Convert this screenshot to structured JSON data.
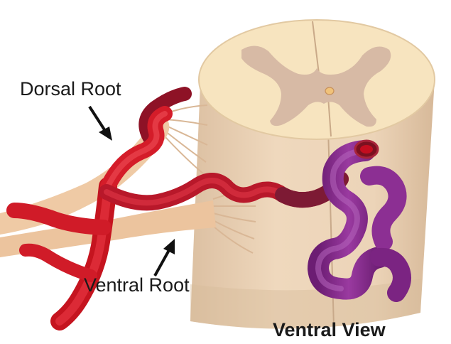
{
  "labels": {
    "dorsal_root": "Dorsal Root",
    "ventral_root": "Ventral Root",
    "view_caption": "Ventral View"
  },
  "colors": {
    "cord_section": "#f7e4bf",
    "cord_body": "#ebd2b4",
    "gray_matter": "#d7baa5",
    "nerve_root": "#efcaa5",
    "artery": "#dc1e2c",
    "artery_dark": "#8e1226",
    "vein": "#8a2b8f",
    "vein_highlight": "#b060b8",
    "arrow": "#111111"
  }
}
